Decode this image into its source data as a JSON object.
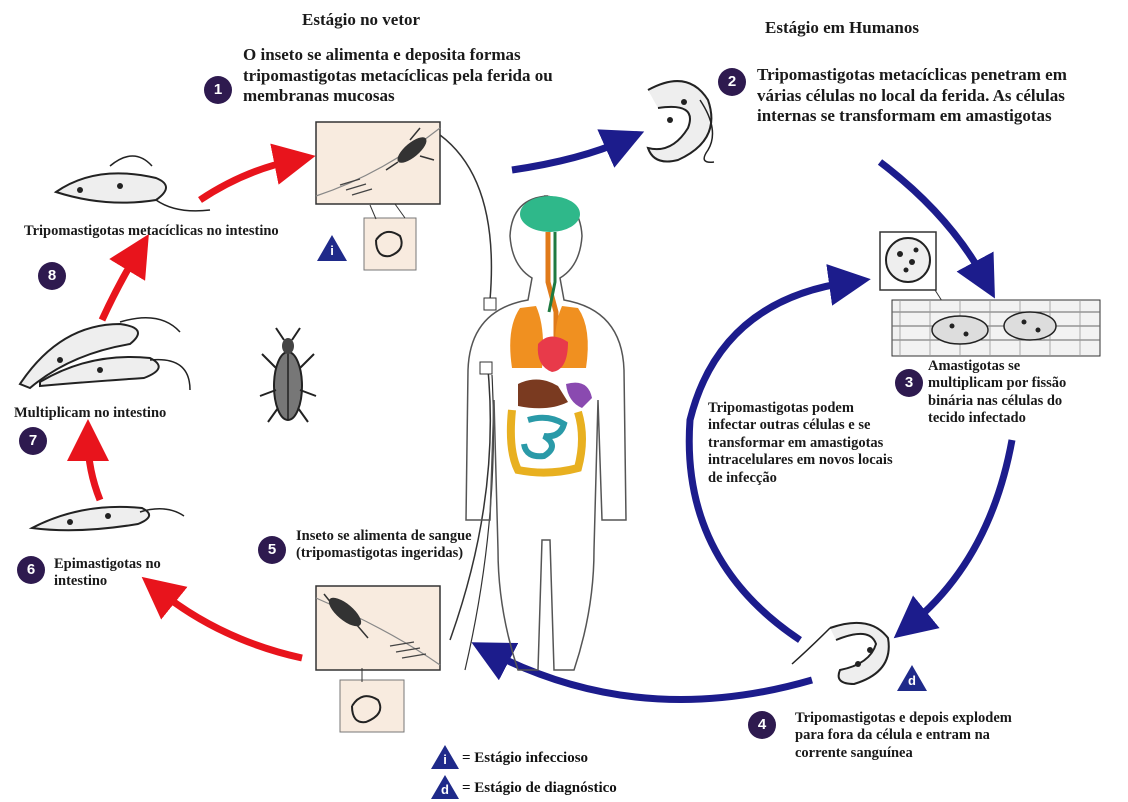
{
  "headings": {
    "vector": "Estágio no vetor",
    "humans": "Estágio em Humanos"
  },
  "steps": [
    {
      "number": "1",
      "text": "O inseto se alimenta e deposita formas tripomastigotas metacíclicas pela ferida ou membranas mucosas"
    },
    {
      "number": "2",
      "text": "Tripomastigotas metacíclicas penetram em várias células no local da ferida. As células internas se transformam em amastigotas"
    },
    {
      "number": "3",
      "text": "Amastigotas se multiplicam por fissão binária nas células do tecido infectado"
    },
    {
      "number": "4",
      "text": "Tripomastigotas e depois explodem para fora da célula e entram na corrente sanguínea"
    },
    {
      "number": "5",
      "text": "Inseto se alimenta de sangue (tripomastigotas ingeridas)"
    },
    {
      "number": "6",
      "text": "Epimastigotas no intestino"
    },
    {
      "number": "7",
      "text": "Multiplicam no intestino"
    },
    {
      "number": "8",
      "text": "Tripomastigotas metacíclicas no intestino"
    }
  ],
  "inner_note": "Tripomastigotas podem infectar outras células e se transformar em amastigotas intracelulares em novos locais de infecção",
  "legend": {
    "infective_symbol": "i",
    "infective_label": "= Estágio infeccioso",
    "diagnostic_symbol": "d",
    "diagnostic_label": "= Estágio de diagnóstico"
  },
  "colors": {
    "human_arrows": "#1c1c8c",
    "vector_arrows": "#e8141c",
    "badge": "#2e1a4f",
    "stage_triangle": "#1f2a8a",
    "inset_bg": "#f8ebdf"
  },
  "icons": [
    "triatomine-bug-icon",
    "human-body-icon",
    "trypomastigote-icon",
    "epimastigote-icon",
    "amastigote-cell-icon",
    "muscle-tissue-icon"
  ]
}
